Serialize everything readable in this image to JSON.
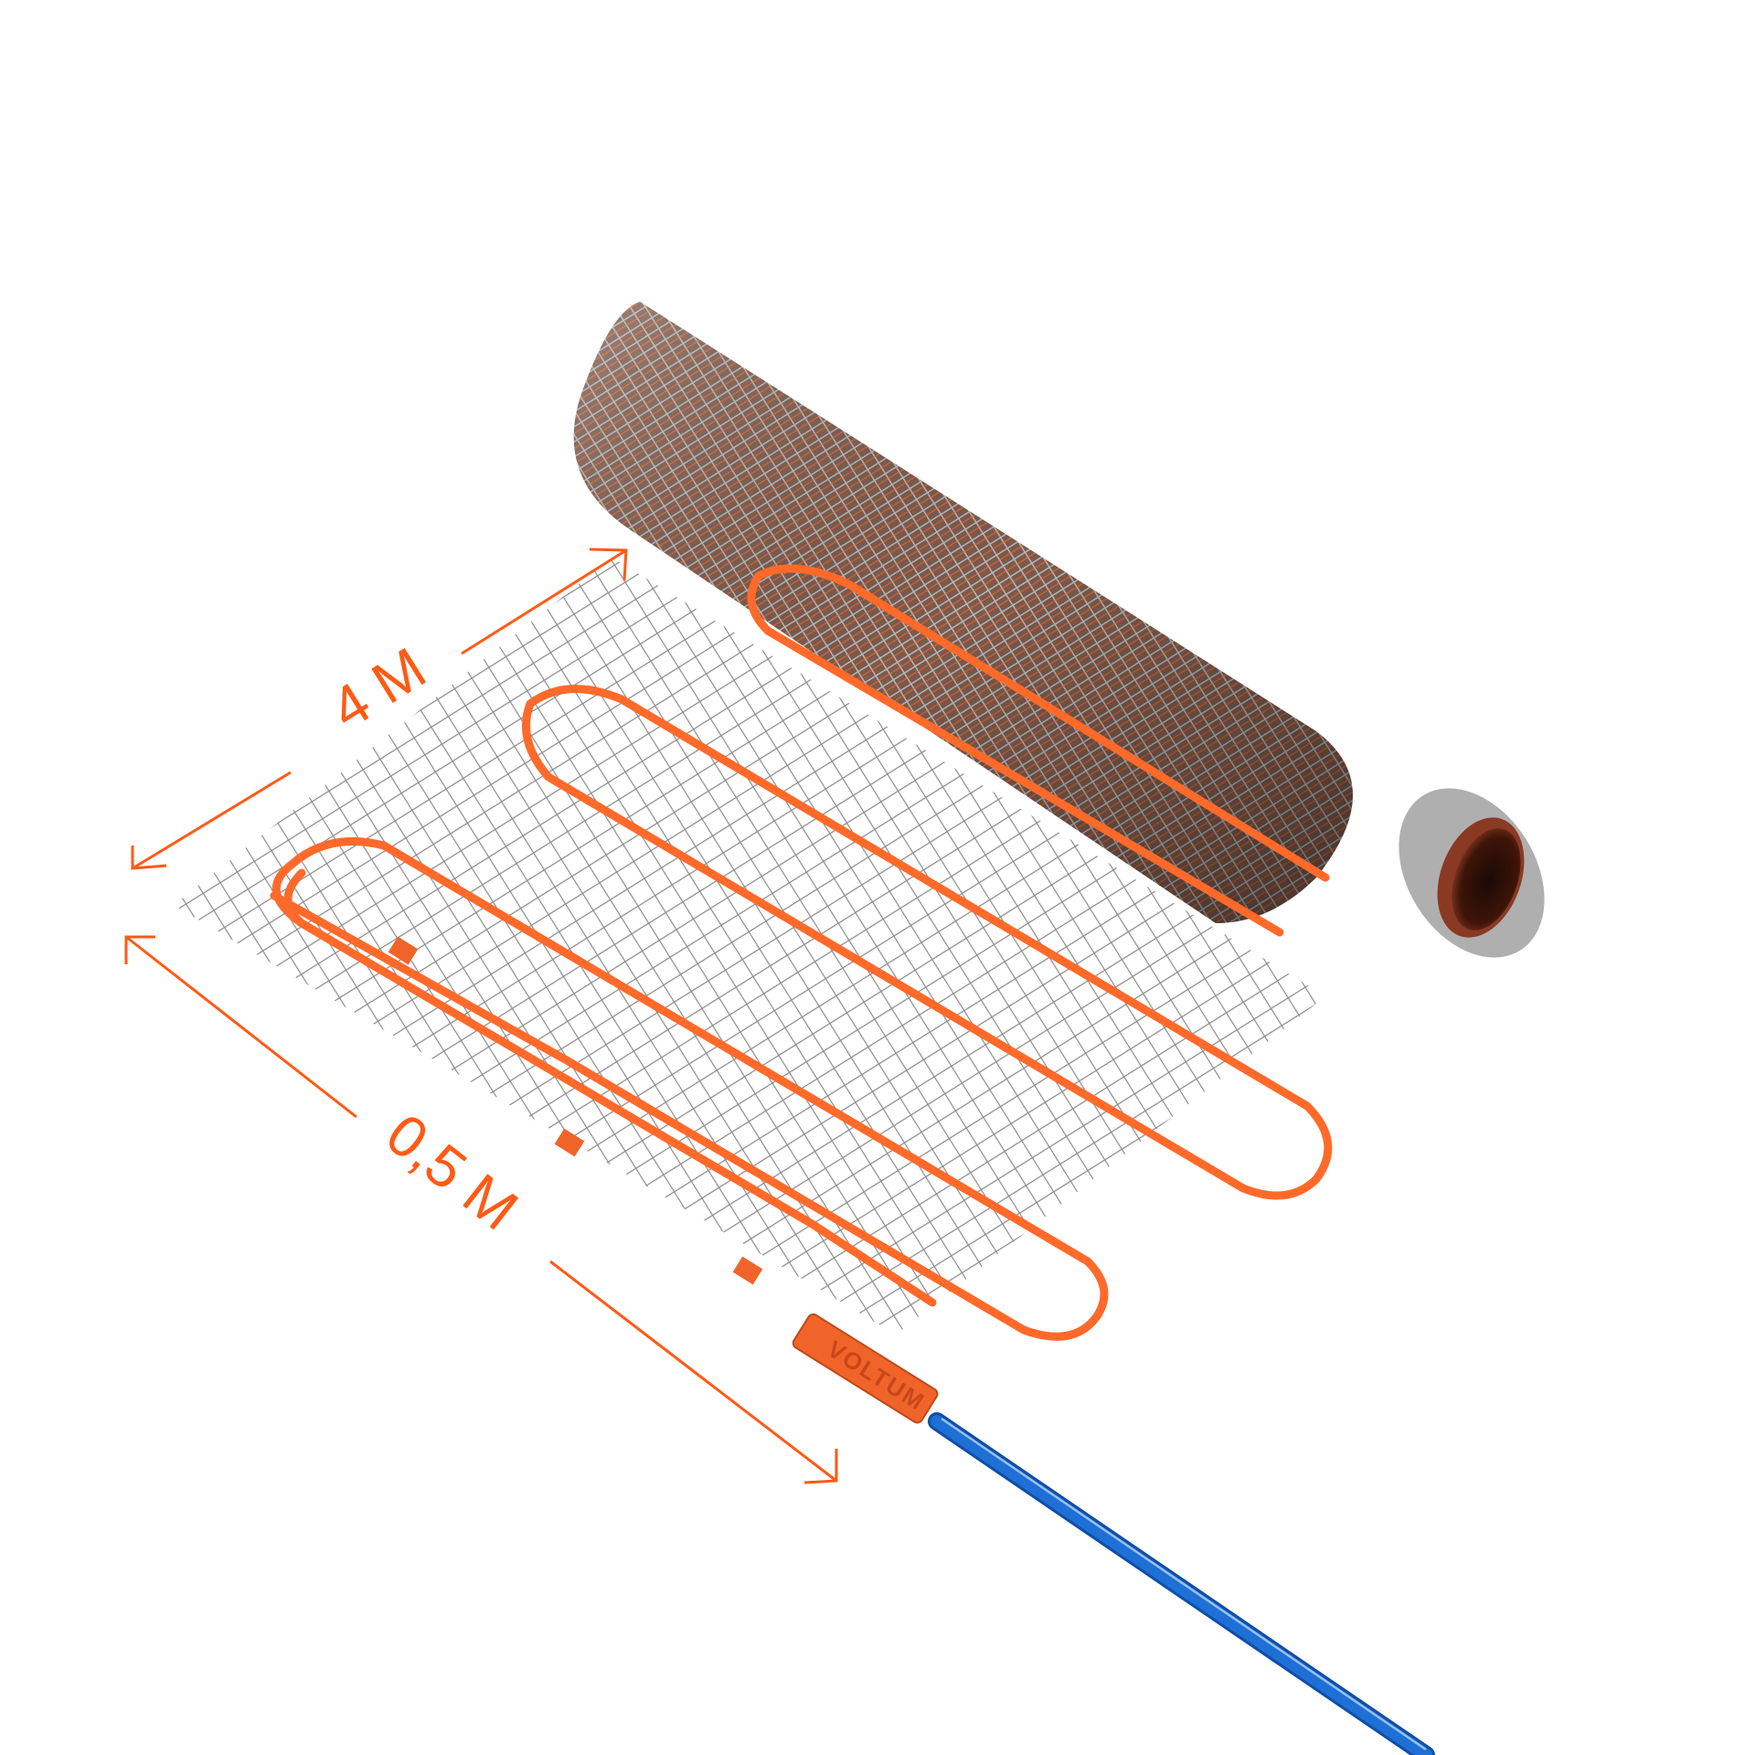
{
  "scene": {
    "subject": "heating mat partially unrolled with heating cable on mesh",
    "background_color": "#ffffff"
  },
  "dimensions": {
    "length_label": "4 M",
    "width_label": "0,5 M"
  },
  "product": {
    "brand_on_coupling": "VOLTUM",
    "cable_color": "#ff6a2a",
    "mesh_color": "#8a8a8a",
    "power_lead_color": "#1565c8",
    "core_tube_color": "#7a2e1c"
  },
  "annotations": {
    "arrow_color": "#ff5a14"
  }
}
